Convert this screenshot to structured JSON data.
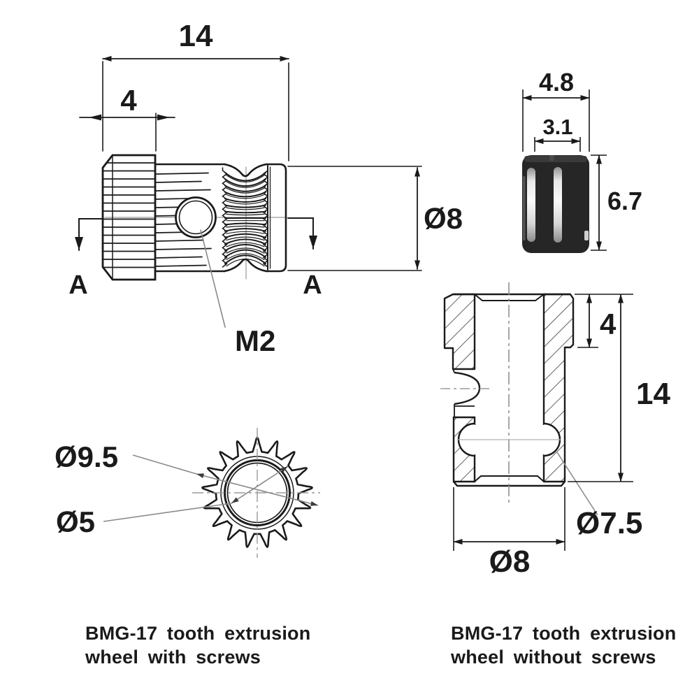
{
  "labels": {
    "side_view": {
      "overall_length": "14",
      "gear_width": "4",
      "body_diameter": "Ø8",
      "section_left": "A",
      "section_right": "A",
      "thread_callout": "M2"
    },
    "roller_photo": {
      "outer_width": "4.8",
      "slot_span": "3.1",
      "height": "6.7"
    },
    "front_view": {
      "tip_diameter": "Ø9.5",
      "bore_diameter": "Ø5"
    },
    "section_view": {
      "gear_section_width": "4",
      "overall_length": "14",
      "groove_diameter": "Ø7.5",
      "body_diameter": "Ø8"
    },
    "captions": {
      "left_line1": "BMG-17 tooth extrusion",
      "left_line2": "wheel with screws",
      "right_line1": "BMG-17 tooth extrusion",
      "right_line2": "wheel without screws"
    }
  },
  "colors": {
    "line": "#1a1a1a",
    "leader": "#8a8a8a",
    "centerline": "#9a9a9a",
    "photo_body": "#262626",
    "photo_slot_bright": "#f0f0f0"
  }
}
